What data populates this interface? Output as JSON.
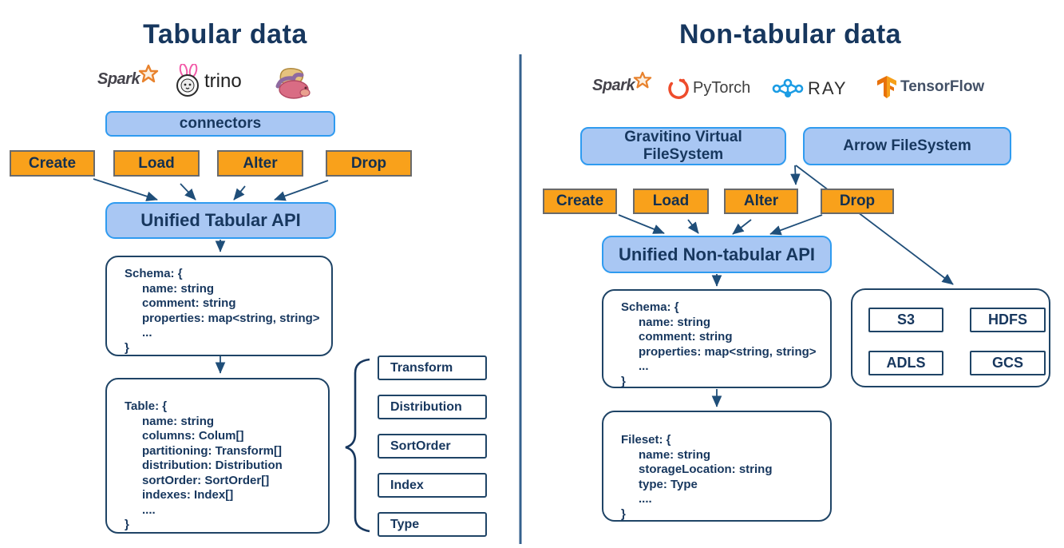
{
  "left": {
    "title": "Tabular data",
    "logos": {
      "spark": "Spark",
      "trino": "trino"
    },
    "connectors_label": "connectors",
    "operations": [
      "Create",
      "Load",
      "Alter",
      "Drop"
    ],
    "api_label": "Unified Tabular API",
    "schema_lines": [
      "Schema: {",
      "name: string",
      "comment: string",
      "properties: map<string, string>",
      "...",
      "}"
    ],
    "table_lines": [
      "Table: {",
      "name: string",
      "columns: Colum[]",
      "partitioning: Transform[]",
      "distribution: Distribution",
      "sortOrder: SortOrder[]",
      "indexes: Index[]",
      "....",
      "}"
    ],
    "type_boxes": [
      "Transform",
      "Distribution",
      "SortOrder",
      "Index",
      "Type"
    ]
  },
  "right": {
    "title": "Non-tabular data",
    "logos": {
      "spark": "Spark",
      "pytorch": "PyTorch",
      "ray": "RAY",
      "tensorflow": "TensorFlow"
    },
    "filesystems": [
      "Gravitino Virtual FileSystem",
      "Arrow FileSystem"
    ],
    "operations": [
      "Create",
      "Load",
      "Alter",
      "Drop"
    ],
    "api_label": "Unified Non-tabular API",
    "schema_lines": [
      "Schema: {",
      "name: string",
      "comment: string",
      "properties: map<string, string>",
      "...",
      "}"
    ],
    "fileset_lines": [
      "Fileset: {",
      "name: string",
      "storageLocation: string",
      "type: Type",
      "....",
      "}"
    ],
    "storages": [
      "S3",
      "HDFS",
      "ADLS",
      "GCS"
    ]
  },
  "colors": {
    "blue_fill": "#A9C7F3",
    "blue_border": "#2F9BF0",
    "orange_fill": "#F9A11B",
    "navy_text": "#17375E",
    "arrow": "#1F4E79"
  }
}
